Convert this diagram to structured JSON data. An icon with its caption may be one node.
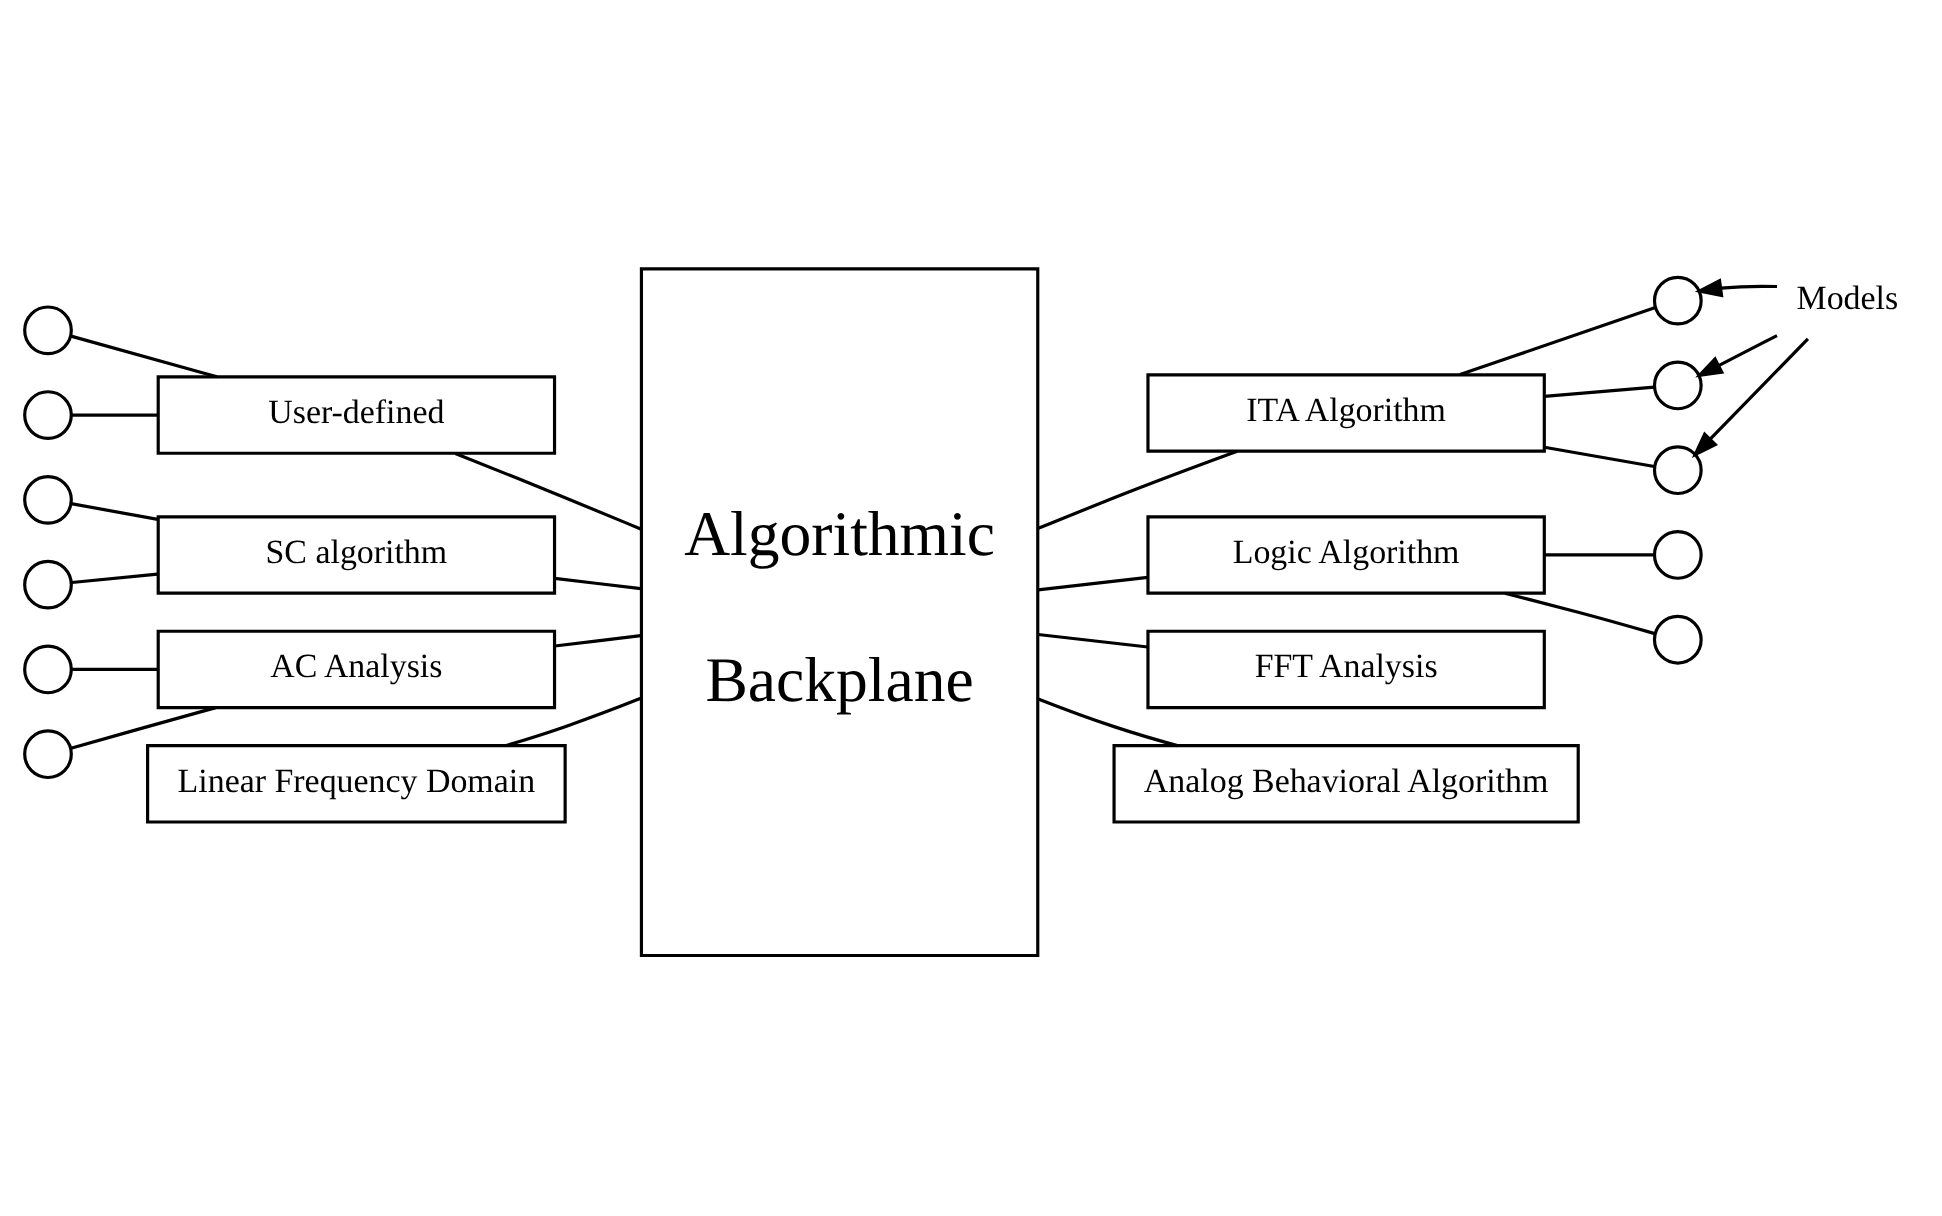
{
  "diagram": {
    "nodes": [
      {
        "text": [
          "Models"
        ]
      },
      {
        "text": [],
        "shape": "circle"
      },
      {
        "text": [],
        "shape": "circle"
      },
      {
        "text": [],
        "shape": "circle"
      },
      {
        "text": [],
        "shape": "circle"
      },
      {
        "text": [],
        "shape": "circle"
      },
      {
        "text": [
          "User-defined"
        ]
      },
      {
        "text": [
          "Algorithmic Backplane"
        ]
      },
      {
        "text": [
          "ITA Algorithm"
        ]
      },
      {
        "text": [],
        "shape": "circle"
      },
      {
        "text": [],
        "shape": "circle"
      },
      {
        "text": [],
        "shape": "circle"
      },
      {
        "text": [],
        "shape": "circle"
      },
      {
        "text": [
          "SC algorithm"
        ]
      },
      {
        "text": [
          "Logic Algorithm"
        ]
      },
      {
        "text": [],
        "shape": "circle"
      },
      {
        "text": [],
        "shape": "circle"
      },
      {
        "text": [
          "AC Analysis"
        ]
      },
      {
        "text": [
          "FFT Analysis"
        ]
      },
      {
        "text": [
          "Linear Frequency Domain"
        ]
      },
      {
        "text": [
          "Analog Behavioral Algorithm"
        ]
      }
    ],
    "edges": [
      {
        "from": 0,
        "to": 3,
        "arrow": "to"
      },
      {
        "from": 0,
        "to": 4,
        "arrow": "to"
      },
      {
        "from": 0,
        "to": 5,
        "arrow": "to"
      },
      {
        "from": 1,
        "to": 6,
        "arrow": "none"
      },
      {
        "from": 2,
        "to": 6,
        "arrow": "none"
      },
      {
        "from": 8,
        "to": 3,
        "arrow": "none"
      },
      {
        "from": 8,
        "to": 4,
        "arrow": "none"
      },
      {
        "from": 8,
        "to": 5,
        "arrow": "none"
      },
      {
        "from": 9,
        "to": 13,
        "arrow": "none"
      },
      {
        "from": 10,
        "to": 13,
        "arrow": "none"
      },
      {
        "from": 14,
        "to": 11,
        "arrow": "none"
      },
      {
        "from": 14,
        "to": 12,
        "arrow": "none"
      },
      {
        "from": 15,
        "to": 17,
        "arrow": "none"
      },
      {
        "from": 16,
        "to": 17,
        "arrow": "none"
      },
      {
        "from": 6,
        "to": 7,
        "arrow": "none"
      },
      {
        "from": 13,
        "to": 7,
        "arrow": "none"
      },
      {
        "from": 17,
        "to": 7,
        "arrow": "none"
      },
      {
        "from": 19,
        "to": 7,
        "arrow": "none"
      },
      {
        "from": 7,
        "to": 8,
        "arrow": "none"
      },
      {
        "from": 7,
        "to": 14,
        "arrow": "none"
      },
      {
        "from": 7,
        "to": 18,
        "arrow": "none"
      },
      {
        "from": 7,
        "to": 20,
        "arrow": "none"
      }
    ]
  }
}
